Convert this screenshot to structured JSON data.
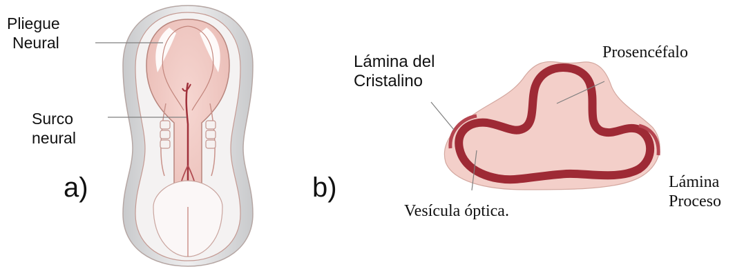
{
  "panel_a": {
    "letter": "a)",
    "labels": {
      "pliegue_line1": "Pliegue",
      "pliegue_line2": "Neural",
      "surco_line1": "Surco",
      "surco_line2": "neural"
    }
  },
  "panel_b": {
    "letter": "b)",
    "labels": {
      "lamina_cristalino_line1": "Lámina del",
      "lamina_cristalino_line2": "Cristalino",
      "prosencefalo": "Prosencéfalo",
      "vesicula_optica": "Vesícula óptica.",
      "lamina_proceso_line1": "Lámina",
      "lamina_proceso_line2": "Proceso"
    }
  },
  "colors": {
    "tissue_fill": "#efc9c4",
    "tissue_fill_light": "#f8e4e0",
    "dark_red_band": "#9e2a35",
    "outline": "#b07a72",
    "shadow_gray": "#cfd0d2",
    "leader_line": "#7f7f7f"
  }
}
